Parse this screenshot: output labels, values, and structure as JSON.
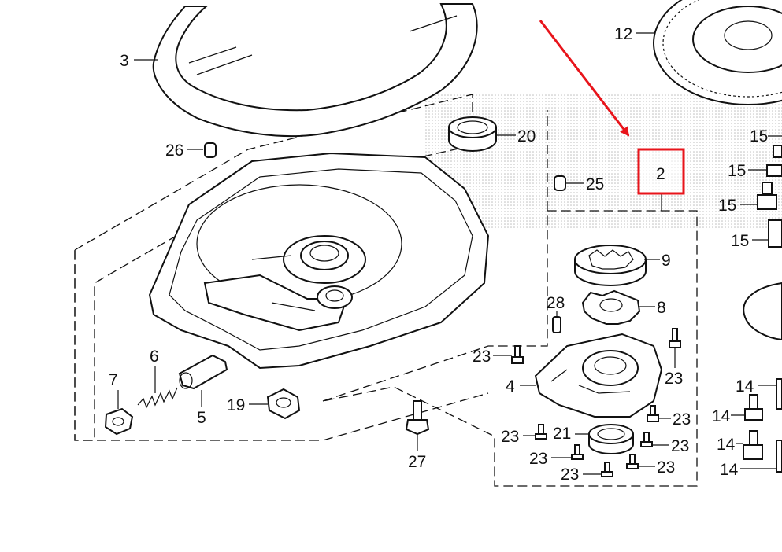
{
  "labels": {
    "p2": "2",
    "p3": "3",
    "p4": "4",
    "p5": "5",
    "p6": "6",
    "p7": "7",
    "p8": "8",
    "p9": "9",
    "p12": "12",
    "p14a": "14",
    "p14b": "14",
    "p14c": "14",
    "p14d": "14",
    "p15a": "15",
    "p15b": "15",
    "p15c": "15",
    "p15d": "15",
    "p19": "19",
    "p20": "20",
    "p21": "21",
    "p23a": "23",
    "p23b": "23",
    "p23c": "23",
    "p23d": "23",
    "p23e": "23",
    "p23f": "23",
    "p23g": "23",
    "p23h": "23",
    "p25": "25",
    "p26": "26",
    "p27": "27",
    "p28": "28"
  },
  "highlight": {
    "color": "#e8141b",
    "target": "2"
  }
}
